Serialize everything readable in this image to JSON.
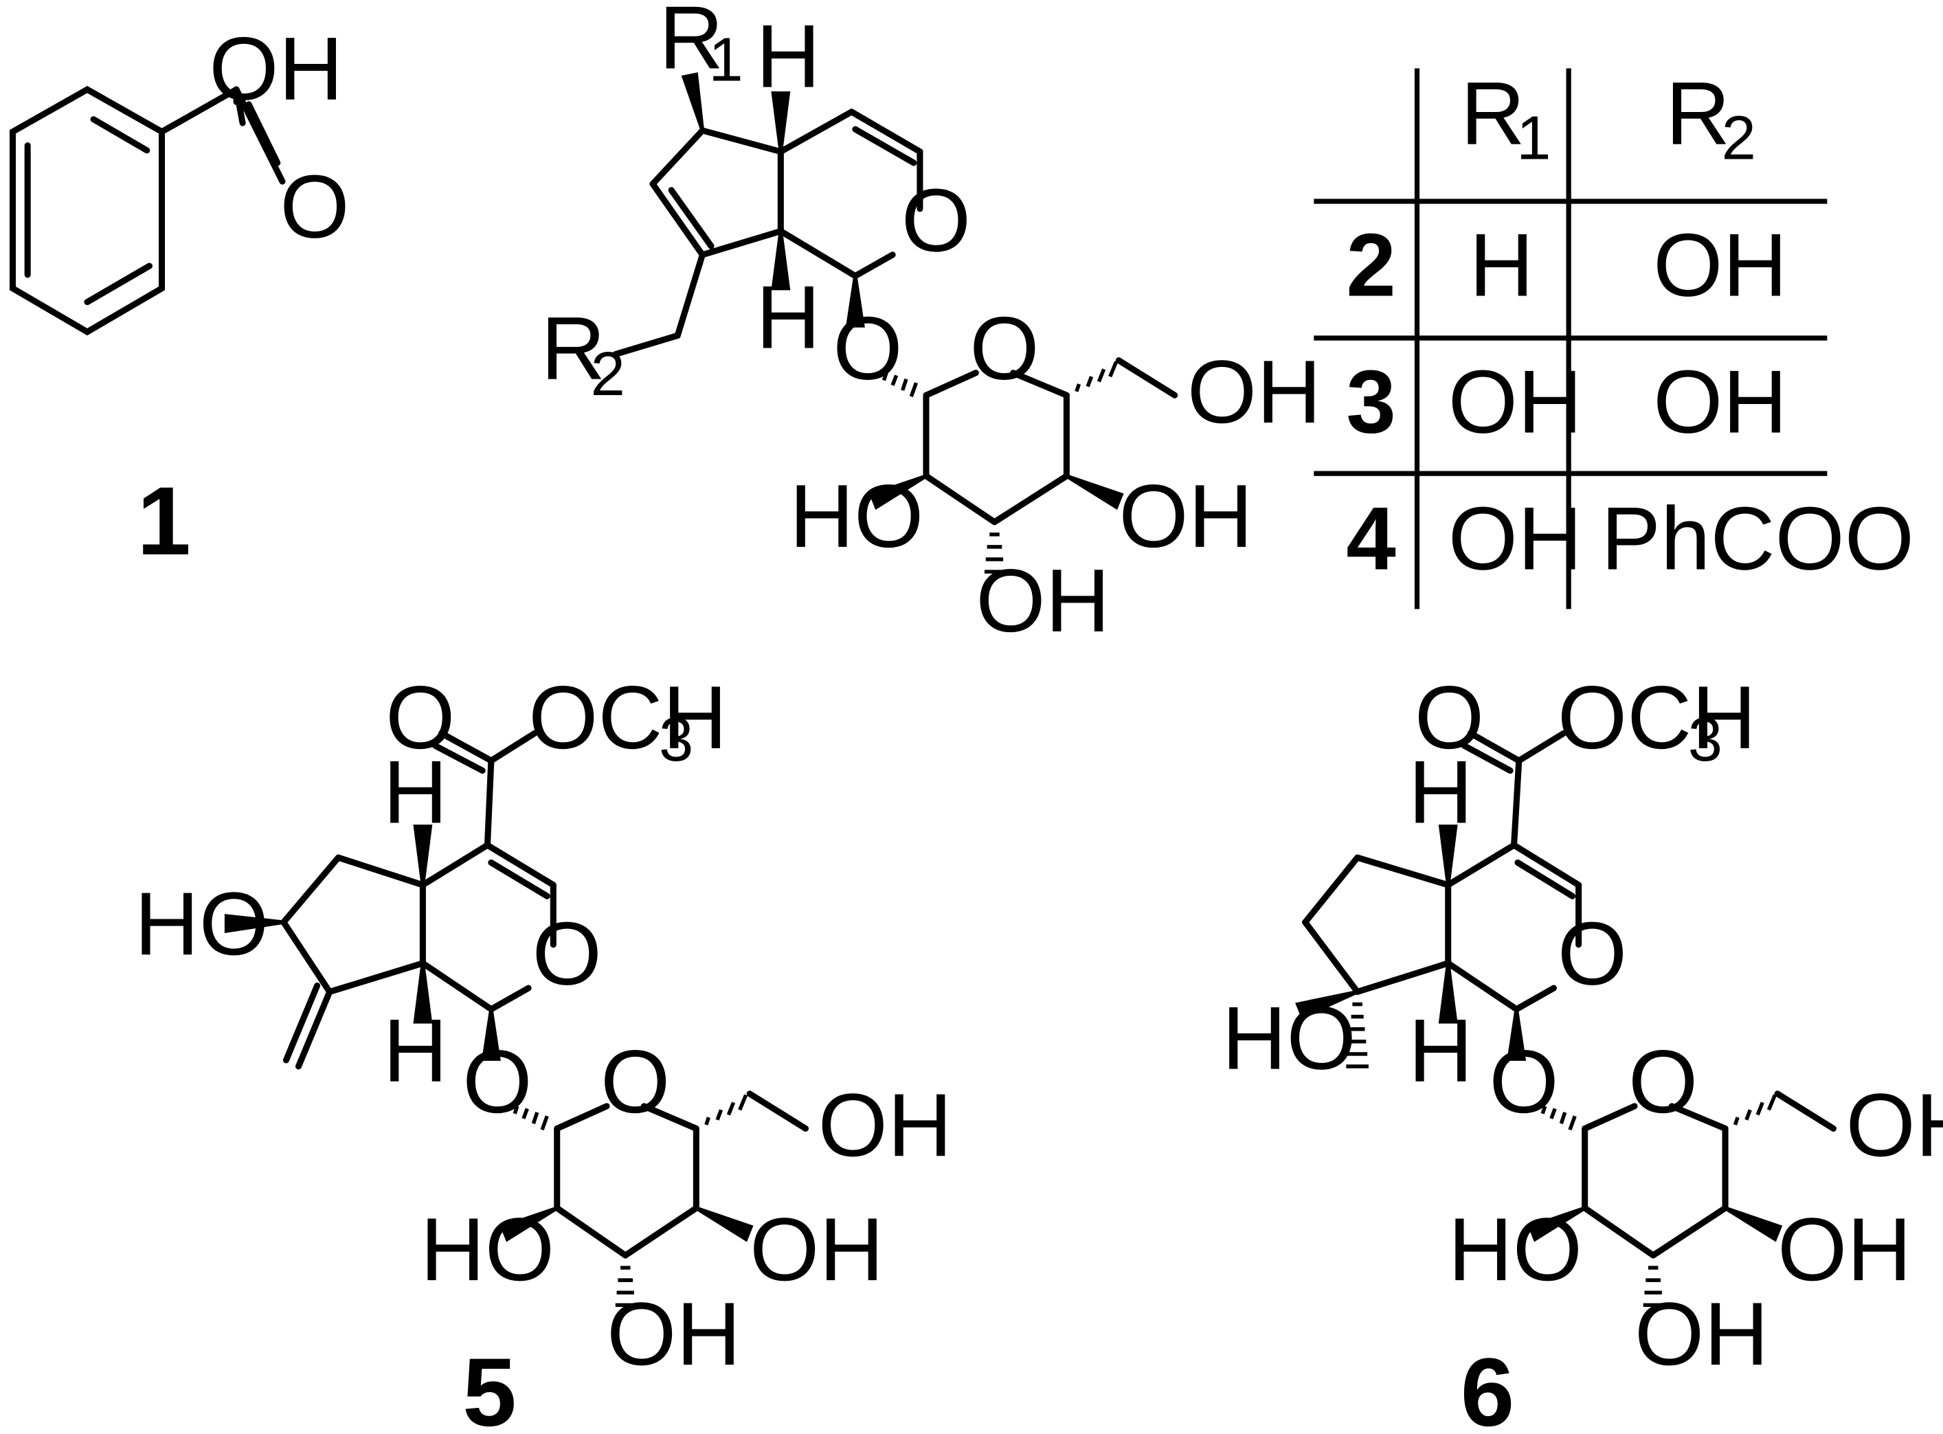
{
  "atoms": {
    "OH": "OH",
    "HO": "HO",
    "O": "O",
    "H": "H",
    "R": "R",
    "one": "1",
    "two": "2",
    "OCH": "OCH",
    "three": "3"
  },
  "compounds": {
    "c1": "1",
    "c5": "5",
    "c6": "6"
  },
  "table": {
    "headers": {
      "r1_base": "R",
      "r1_sub": "1",
      "r2_base": "R",
      "r2_sub": "2"
    },
    "rows": [
      {
        "compound": "2",
        "R1": "H",
        "R2": "OH"
      },
      {
        "compound": "3",
        "R1": "OH",
        "R2": "OH"
      },
      {
        "compound": "4",
        "R1": "OH",
        "R2": "PhCOO"
      }
    ]
  }
}
